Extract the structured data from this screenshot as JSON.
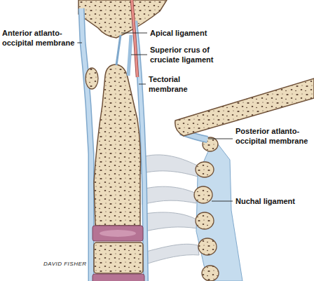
{
  "diagram": {
    "labels": [
      "Anterior atlanto-occipital membrane",
      "Apical ligament",
      "Superior crus of cruciate ligament",
      "Tectorial membrane",
      "Posterior atlanto-occipital membrane",
      "Nuchal ligament",
      "DAVID FISHER"
    ]
  }
}
